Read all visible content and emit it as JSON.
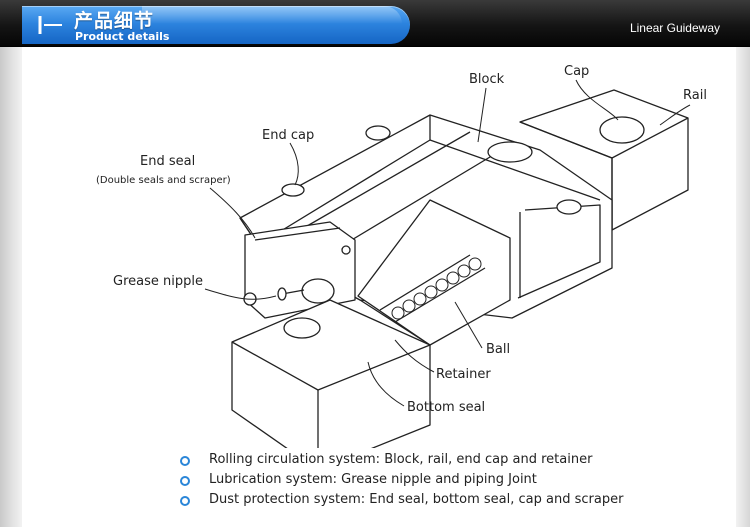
{
  "header": {
    "title_cn": "产品细节",
    "title_en": "Product details",
    "right_label": "Linear Guideway",
    "accent_color": "#2d84df"
  },
  "diagram": {
    "labels": {
      "block": "Block",
      "cap": "Cap",
      "rail": "Rail",
      "end_cap": "End cap",
      "end_seal": "End seal",
      "end_seal_note": "(Double seals and scraper)",
      "grease_nipple": "Grease nipple",
      "ball": "Ball",
      "retainer": "Retainer",
      "bottom_seal": "Bottom seal"
    }
  },
  "features": [
    "Rolling circulation system: Block, rail, end cap and retainer",
    "Lubrication system: Grease nipple and piping Joint",
    "Dust protection system: End seal, bottom seal, cap and scraper"
  ]
}
